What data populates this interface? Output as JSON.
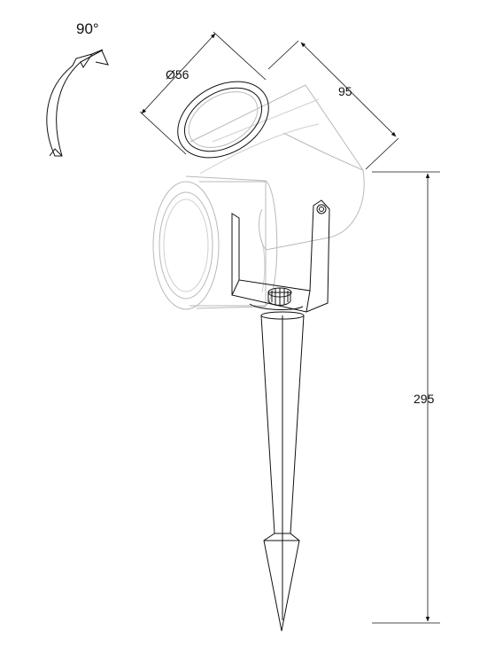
{
  "rotation": {
    "angle_label": "90°",
    "icon": "rotation-arrow-icon"
  },
  "dimensions": {
    "diameter_label": "Ø56",
    "head_length_label": "95",
    "total_height_label": "295"
  }
}
